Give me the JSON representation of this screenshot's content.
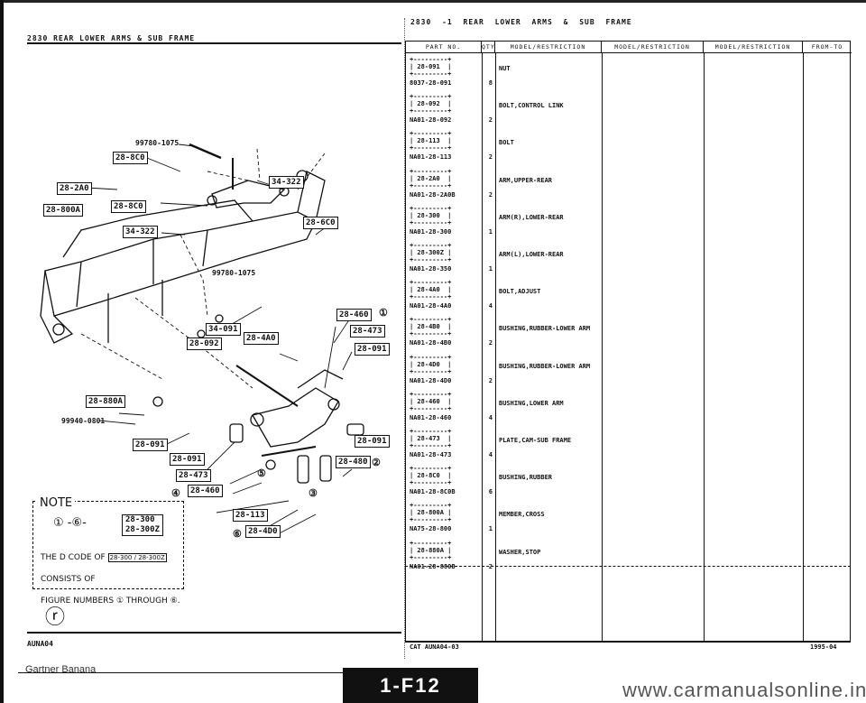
{
  "left_page": {
    "header": "2830 REAR LOWER ARMS & SUB FRAME",
    "footer_code": "AUNA04",
    "watermark": "Gartner Banana",
    "diagram_labels": {
      "p1": "99780-1075",
      "p2": "99780-1075",
      "p3": "99940-0801",
      "c_8c0_top": "28-8C0",
      "c_2a0": "28-2A0",
      "c_8c0_mid": "28-8C0",
      "c_800a": "28-800A",
      "c_34_322_a": "34-322",
      "c_34_322_b": "34-322",
      "c_6c0": "28-6C0",
      "c_091_a": "34-091",
      "c_092": "28-092",
      "c_4a0": "28-4A0",
      "c_460": "28-460",
      "c_473": "28-473",
      "c_091_b": "28-091",
      "c_880a": "28-880A",
      "c_091_c": "28-091",
      "c_091_d": "28-091",
      "c_473_b": "28-473",
      "c_460_b": "28-460",
      "c_091_e": "28-091",
      "c_480": "28-480",
      "c_113": "28-113",
      "c_4d0": "28-4D0"
    },
    "note": {
      "title": "NOTE",
      "symbols": "① -⑥-",
      "codes": [
        "28-300",
        "28-300Z"
      ],
      "line1": "THE D CODE OF",
      "line1_code": "28-300 / 28-300Z",
      "line1_tail": "CONSISTS OF",
      "line2": "FIGURE NUMBERS ① THROUGH ⑥."
    },
    "logo": "ⓡ"
  },
  "right_page": {
    "header": "2830 -1 REAR LOWER ARMS & SUB FRAME",
    "columns": [
      "PART NO.",
      "QTY",
      "MODEL/RESTRICTION",
      "MODEL/RESTRICTION",
      "MODEL/RESTRICTION",
      "FROM-TO"
    ],
    "rows": [
      {
        "code": "28-091",
        "part_no": "8037-28-091",
        "qty": "8",
        "desc": "NUT"
      },
      {
        "code": "28-092",
        "part_no": "NA01-28-092",
        "qty": "2",
        "desc": "BOLT,CONTROL LINK"
      },
      {
        "code": "28-113",
        "part_no": "NA01-28-113",
        "qty": "2",
        "desc": "BOLT"
      },
      {
        "code": "28-2A0",
        "part_no": "NA01-28-2A0B",
        "qty": "2",
        "desc": "ARM,UPPER-REAR"
      },
      {
        "code": "28-300",
        "part_no": "NA01-28-300",
        "qty": "1",
        "desc": "ARM(R),LOWER-REAR"
      },
      {
        "code": "28-300Z",
        "part_no": "NA01-28-350",
        "qty": "1",
        "desc": "ARM(L),LOWER-REAR"
      },
      {
        "code": "28-4A0",
        "part_no": "NA01-28-4A0",
        "qty": "4",
        "desc": "BOLT,ADJUST"
      },
      {
        "code": "28-4B0",
        "part_no": "NA01-28-4B0",
        "qty": "2",
        "desc": "BUSHING,RUBBER-LOWER ARM"
      },
      {
        "code": "28-4D0",
        "part_no": "NA01-28-4D0",
        "qty": "2",
        "desc": "BUSHING,RUBBER-LOWER ARM"
      },
      {
        "code": "28-460",
        "part_no": "NA01-28-460",
        "qty": "4",
        "desc": "BUSHING,LOWER ARM"
      },
      {
        "code": "28-473",
        "part_no": "NA01-28-473",
        "qty": "4",
        "desc": "PLATE,CAM-SUB FRAME"
      },
      {
        "code": "28-8C0",
        "part_no": "NA01-28-8C0B",
        "qty": "6",
        "desc": "BUSHING,RUBBER"
      },
      {
        "code": "28-800A",
        "part_no": "NA75-28-800",
        "qty": "1",
        "desc": "MEMBER,CROSS"
      },
      {
        "code": "28-880A",
        "part_no": "NA01-28-880B",
        "qty": "2",
        "desc": "WASHER,STOP"
      }
    ],
    "cat": "CAT AUNA04-03",
    "date": "1995-04"
  },
  "page_tab": "1-F12",
  "watermark_site": "www.carmanualsonline.info"
}
